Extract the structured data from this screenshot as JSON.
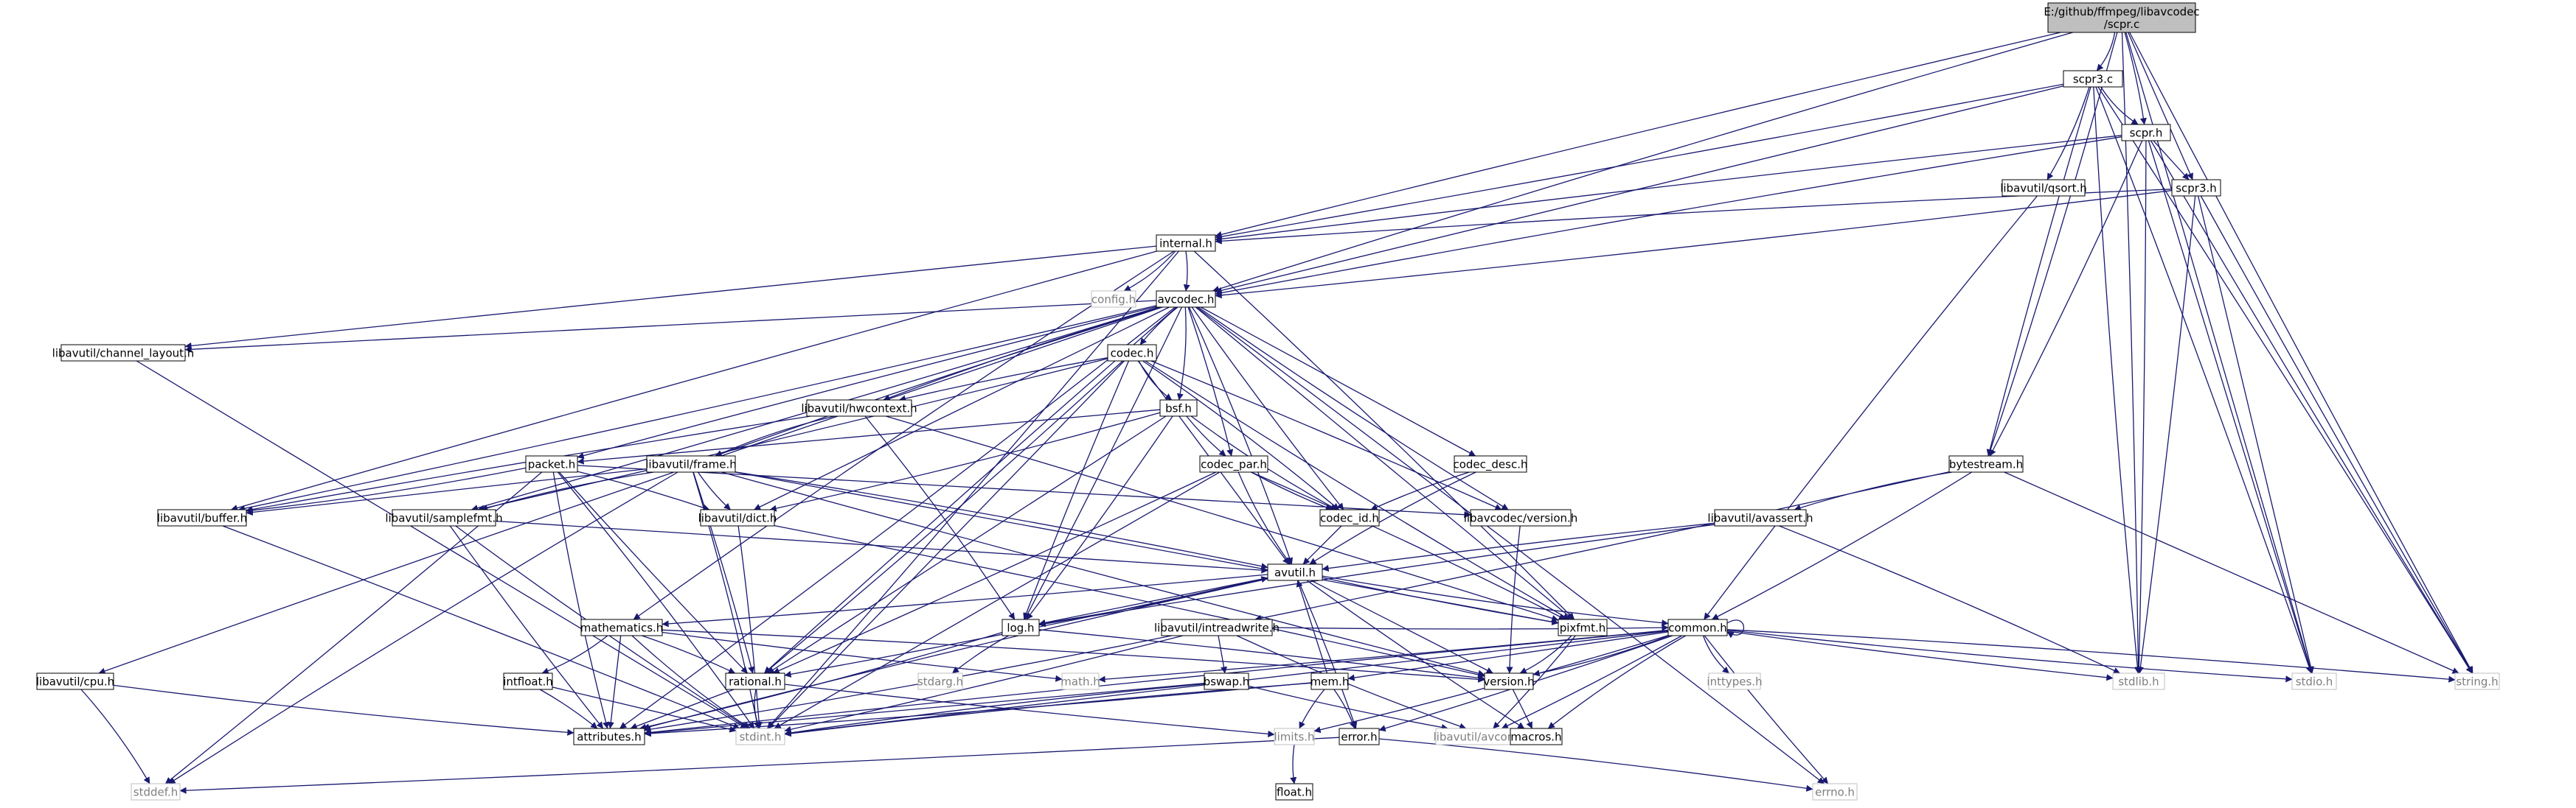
{
  "colors": {
    "edge": "#191970",
    "node_border": "#000000",
    "node_fill": "#ffffff",
    "root_fill": "#bfbfbf",
    "system_border": "#bfbfbf",
    "system_text": "#7f7f7f",
    "text": "#000000"
  },
  "nodes": [
    {
      "id": "root",
      "lines": [
        "E:/github/ffmpeg/libavcodec",
        "/scpr.c"
      ],
      "kind": "root"
    },
    {
      "id": "scpr3c",
      "lines": [
        "scpr3.c"
      ],
      "kind": "normal"
    },
    {
      "id": "scprh",
      "lines": [
        "scpr.h"
      ],
      "kind": "normal"
    },
    {
      "id": "qsort",
      "lines": [
        "libavutil/qsort.h"
      ],
      "kind": "normal"
    },
    {
      "id": "scpr3h",
      "lines": [
        "scpr3.h"
      ],
      "kind": "normal"
    },
    {
      "id": "internal",
      "lines": [
        "internal.h"
      ],
      "kind": "normal"
    },
    {
      "id": "config",
      "lines": [
        "config.h"
      ],
      "kind": "system"
    },
    {
      "id": "avcodec",
      "lines": [
        "avcodec.h"
      ],
      "kind": "normal"
    },
    {
      "id": "chlayout",
      "lines": [
        "libavutil/channel_layout.h"
      ],
      "kind": "normal"
    },
    {
      "id": "codech",
      "lines": [
        "codec.h"
      ],
      "kind": "normal"
    },
    {
      "id": "hwcontext",
      "lines": [
        "libavutil/hwcontext.h"
      ],
      "kind": "normal"
    },
    {
      "id": "bsf",
      "lines": [
        "bsf.h"
      ],
      "kind": "normal"
    },
    {
      "id": "codecpar",
      "lines": [
        "codec_par.h"
      ],
      "kind": "normal"
    },
    {
      "id": "codecdesc",
      "lines": [
        "codec_desc.h"
      ],
      "kind": "normal"
    },
    {
      "id": "packet",
      "lines": [
        "packet.h"
      ],
      "kind": "normal"
    },
    {
      "id": "frame",
      "lines": [
        "libavutil/frame.h"
      ],
      "kind": "normal"
    },
    {
      "id": "bytestream",
      "lines": [
        "bytestream.h"
      ],
      "kind": "normal"
    },
    {
      "id": "buffer",
      "lines": [
        "libavutil/buffer.h"
      ],
      "kind": "normal"
    },
    {
      "id": "samplefmt",
      "lines": [
        "libavutil/samplefmt.h"
      ],
      "kind": "normal"
    },
    {
      "id": "dict",
      "lines": [
        "libavutil/dict.h"
      ],
      "kind": "normal"
    },
    {
      "id": "codecid",
      "lines": [
        "codec_id.h"
      ],
      "kind": "normal"
    },
    {
      "id": "avversion",
      "lines": [
        "libavcodec/version.h"
      ],
      "kind": "normal"
    },
    {
      "id": "avassert",
      "lines": [
        "libavutil/avassert.h"
      ],
      "kind": "normal"
    },
    {
      "id": "avutil",
      "lines": [
        "avutil.h"
      ],
      "kind": "normal"
    },
    {
      "id": "mathematics",
      "lines": [
        "mathematics.h"
      ],
      "kind": "normal"
    },
    {
      "id": "log",
      "lines": [
        "log.h"
      ],
      "kind": "normal"
    },
    {
      "id": "intreadwrite",
      "lines": [
        "libavutil/intreadwrite.h"
      ],
      "kind": "normal"
    },
    {
      "id": "pixfmt",
      "lines": [
        "pixfmt.h"
      ],
      "kind": "normal"
    },
    {
      "id": "common",
      "lines": [
        "common.h"
      ],
      "kind": "normal"
    },
    {
      "id": "cpu",
      "lines": [
        "libavutil/cpu.h"
      ],
      "kind": "normal"
    },
    {
      "id": "intfloat",
      "lines": [
        "intfloat.h"
      ],
      "kind": "normal"
    },
    {
      "id": "rational",
      "lines": [
        "rational.h"
      ],
      "kind": "normal"
    },
    {
      "id": "stdarg",
      "lines": [
        "stdarg.h"
      ],
      "kind": "system"
    },
    {
      "id": "math",
      "lines": [
        "math.h"
      ],
      "kind": "system"
    },
    {
      "id": "bswap",
      "lines": [
        "bswap.h"
      ],
      "kind": "normal"
    },
    {
      "id": "mem",
      "lines": [
        "mem.h"
      ],
      "kind": "normal"
    },
    {
      "id": "version",
      "lines": [
        "version.h"
      ],
      "kind": "normal"
    },
    {
      "id": "inttypes",
      "lines": [
        "inttypes.h"
      ],
      "kind": "system"
    },
    {
      "id": "stdlib",
      "lines": [
        "stdlib.h"
      ],
      "kind": "system"
    },
    {
      "id": "stdio",
      "lines": [
        "stdio.h"
      ],
      "kind": "system"
    },
    {
      "id": "string",
      "lines": [
        "string.h"
      ],
      "kind": "system"
    },
    {
      "id": "attributes",
      "lines": [
        "attributes.h"
      ],
      "kind": "normal"
    },
    {
      "id": "stdint",
      "lines": [
        "stdint.h"
      ],
      "kind": "system"
    },
    {
      "id": "limits",
      "lines": [
        "limits.h"
      ],
      "kind": "system"
    },
    {
      "id": "error",
      "lines": [
        "error.h"
      ],
      "kind": "normal"
    },
    {
      "id": "avconfig",
      "lines": [
        "libavutil/avconfig.h"
      ],
      "kind": "system"
    },
    {
      "id": "macros",
      "lines": [
        "macros.h"
      ],
      "kind": "normal"
    },
    {
      "id": "stddef",
      "lines": [
        "stddef.h"
      ],
      "kind": "system"
    },
    {
      "id": "errno",
      "lines": [
        "errno.h"
      ],
      "kind": "system"
    },
    {
      "id": "float",
      "lines": [
        "float.h"
      ],
      "kind": "normal"
    }
  ],
  "edges": [
    [
      "root",
      "scpr3c"
    ],
    [
      "root",
      "scprh"
    ],
    [
      "root",
      "scpr3h"
    ],
    [
      "root",
      "internal"
    ],
    [
      "root",
      "avcodec"
    ],
    [
      "root",
      "bytestream"
    ],
    [
      "root",
      "stdlib"
    ],
    [
      "root",
      "stdio"
    ],
    [
      "root",
      "string"
    ],
    [
      "scpr3c",
      "scprh"
    ],
    [
      "scpr3c",
      "qsort"
    ],
    [
      "scpr3c",
      "internal"
    ],
    [
      "scpr3c",
      "avcodec"
    ],
    [
      "scpr3c",
      "bytestream"
    ],
    [
      "scpr3c",
      "stdlib"
    ],
    [
      "scpr3c",
      "stdio"
    ],
    [
      "scpr3c",
      "string"
    ],
    [
      "scprh",
      "scpr3h"
    ],
    [
      "scprh",
      "internal"
    ],
    [
      "scprh",
      "avcodec"
    ],
    [
      "scprh",
      "bytestream"
    ],
    [
      "scprh",
      "stdlib"
    ],
    [
      "scprh",
      "stdio"
    ],
    [
      "scprh",
      "string"
    ],
    [
      "scpr3h",
      "internal"
    ],
    [
      "scpr3h",
      "avcodec"
    ],
    [
      "scpr3h",
      "stdlib"
    ],
    [
      "scpr3h",
      "stdio"
    ],
    [
      "scpr3h",
      "string"
    ],
    [
      "qsort",
      "common"
    ],
    [
      "internal",
      "config"
    ],
    [
      "internal",
      "avcodec"
    ],
    [
      "internal",
      "chlayout"
    ],
    [
      "internal",
      "buffer"
    ],
    [
      "internal",
      "mathematics"
    ],
    [
      "internal",
      "pixfmt"
    ],
    [
      "internal",
      "stdint"
    ],
    [
      "avcodec",
      "chlayout"
    ],
    [
      "avcodec",
      "codech"
    ],
    [
      "avcodec",
      "hwcontext"
    ],
    [
      "avcodec",
      "bsf"
    ],
    [
      "avcodec",
      "codecpar"
    ],
    [
      "avcodec",
      "codecdesc"
    ],
    [
      "avcodec",
      "packet"
    ],
    [
      "avcodec",
      "frame"
    ],
    [
      "avcodec",
      "buffer"
    ],
    [
      "avcodec",
      "samplefmt"
    ],
    [
      "avcodec",
      "dict"
    ],
    [
      "avcodec",
      "codecid"
    ],
    [
      "avcodec",
      "avversion"
    ],
    [
      "avcodec",
      "avutil"
    ],
    [
      "avcodec",
      "log"
    ],
    [
      "avcodec",
      "pixfmt"
    ],
    [
      "avcodec",
      "rational"
    ],
    [
      "avcodec",
      "cpu"
    ],
    [
      "avcodec",
      "attributes"
    ],
    [
      "avcodec",
      "errno"
    ],
    [
      "chlayout",
      "stdint"
    ],
    [
      "codech",
      "hwcontext"
    ],
    [
      "codech",
      "bsf"
    ],
    [
      "codech",
      "codecid"
    ],
    [
      "codech",
      "avversion"
    ],
    [
      "codech",
      "avutil"
    ],
    [
      "codech",
      "log"
    ],
    [
      "codech",
      "pixfmt"
    ],
    [
      "codech",
      "rational"
    ],
    [
      "codech",
      "samplefmt"
    ],
    [
      "codech",
      "stdint"
    ],
    [
      "hwcontext",
      "buffer"
    ],
    [
      "hwcontext",
      "frame"
    ],
    [
      "hwcontext",
      "log"
    ],
    [
      "hwcontext",
      "pixfmt"
    ],
    [
      "bsf",
      "packet"
    ],
    [
      "bsf",
      "codecpar"
    ],
    [
      "bsf",
      "codecid"
    ],
    [
      "bsf",
      "dict"
    ],
    [
      "bsf",
      "log"
    ],
    [
      "bsf",
      "rational"
    ],
    [
      "codecpar",
      "codecid"
    ],
    [
      "codecpar",
      "avutil"
    ],
    [
      "codecpar",
      "pixfmt"
    ],
    [
      "codecpar",
      "rational"
    ],
    [
      "codecpar",
      "stdint"
    ],
    [
      "codecdesc",
      "codecid"
    ],
    [
      "codecdesc",
      "avutil"
    ],
    [
      "packet",
      "buffer"
    ],
    [
      "packet",
      "dict"
    ],
    [
      "packet",
      "avversion"
    ],
    [
      "packet",
      "rational"
    ],
    [
      "packet",
      "attributes"
    ],
    [
      "packet",
      "stdint"
    ],
    [
      "packet",
      "stddef"
    ],
    [
      "frame",
      "buffer"
    ],
    [
      "frame",
      "dict"
    ],
    [
      "frame",
      "samplefmt"
    ],
    [
      "frame",
      "avutil"
    ],
    [
      "frame",
      "rational"
    ],
    [
      "frame",
      "pixfmt"
    ],
    [
      "frame",
      "version"
    ],
    [
      "frame",
      "stddef"
    ],
    [
      "frame",
      "stdint"
    ],
    [
      "buffer",
      "stdint"
    ],
    [
      "samplefmt",
      "avutil"
    ],
    [
      "samplefmt",
      "attributes"
    ],
    [
      "samplefmt",
      "stdint"
    ],
    [
      "dict",
      "version"
    ],
    [
      "dict",
      "stdint"
    ],
    [
      "codecid",
      "avutil"
    ],
    [
      "avversion",
      "version"
    ],
    [
      "bytestream",
      "avassert"
    ],
    [
      "bytestream",
      "common"
    ],
    [
      "bytestream",
      "intreadwrite"
    ],
    [
      "bytestream",
      "string"
    ],
    [
      "avassert",
      "avutil"
    ],
    [
      "avassert",
      "log"
    ],
    [
      "avassert",
      "stdlib"
    ],
    [
      "avutil",
      "mathematics"
    ],
    [
      "avutil",
      "log"
    ],
    [
      "avutil",
      "pixfmt"
    ],
    [
      "avutil",
      "common"
    ],
    [
      "avutil",
      "rational"
    ],
    [
      "avutil",
      "error"
    ],
    [
      "avutil",
      "version"
    ],
    [
      "avutil",
      "macros"
    ],
    [
      "avutil",
      "attributes"
    ],
    [
      "mathematics",
      "intfloat"
    ],
    [
      "mathematics",
      "rational"
    ],
    [
      "mathematics",
      "attributes"
    ],
    [
      "mathematics",
      "math"
    ],
    [
      "mathematics",
      "stdint"
    ],
    [
      "mathematics",
      "version"
    ],
    [
      "intfloat",
      "attributes"
    ],
    [
      "intfloat",
      "stdint"
    ],
    [
      "log",
      "stdarg"
    ],
    [
      "log",
      "avutil"
    ],
    [
      "log",
      "attributes"
    ],
    [
      "log",
      "version"
    ],
    [
      "intreadwrite",
      "bswap"
    ],
    [
      "intreadwrite",
      "common"
    ],
    [
      "intreadwrite",
      "avconfig"
    ],
    [
      "intreadwrite",
      "attributes"
    ],
    [
      "intreadwrite",
      "stdint"
    ],
    [
      "bswap",
      "attributes"
    ],
    [
      "bswap",
      "avconfig"
    ],
    [
      "bswap",
      "stdint"
    ],
    [
      "pixfmt",
      "version"
    ],
    [
      "pixfmt",
      "avconfig"
    ],
    [
      "common",
      "common"
    ],
    [
      "common",
      "attributes"
    ],
    [
      "common",
      "macros"
    ],
    [
      "common",
      "version"
    ],
    [
      "common",
      "avconfig"
    ],
    [
      "common",
      "mem"
    ],
    [
      "common",
      "errno"
    ],
    [
      "common",
      "inttypes"
    ],
    [
      "common",
      "limits"
    ],
    [
      "common",
      "math"
    ],
    [
      "common",
      "stdint"
    ],
    [
      "common",
      "stdlib"
    ],
    [
      "common",
      "stdio"
    ],
    [
      "common",
      "string"
    ],
    [
      "common",
      "error"
    ],
    [
      "rational",
      "attributes"
    ],
    [
      "rational",
      "limits"
    ],
    [
      "rational",
      "stdint"
    ],
    [
      "mem",
      "attributes"
    ],
    [
      "mem",
      "error"
    ],
    [
      "mem",
      "avutil"
    ],
    [
      "mem",
      "limits"
    ],
    [
      "mem",
      "stdint"
    ],
    [
      "error",
      "errno"
    ],
    [
      "error",
      "stddef"
    ],
    [
      "version",
      "macros"
    ],
    [
      "limits",
      "float"
    ],
    [
      "cpu",
      "attributes"
    ],
    [
      "cpu",
      "stddef"
    ]
  ]
}
